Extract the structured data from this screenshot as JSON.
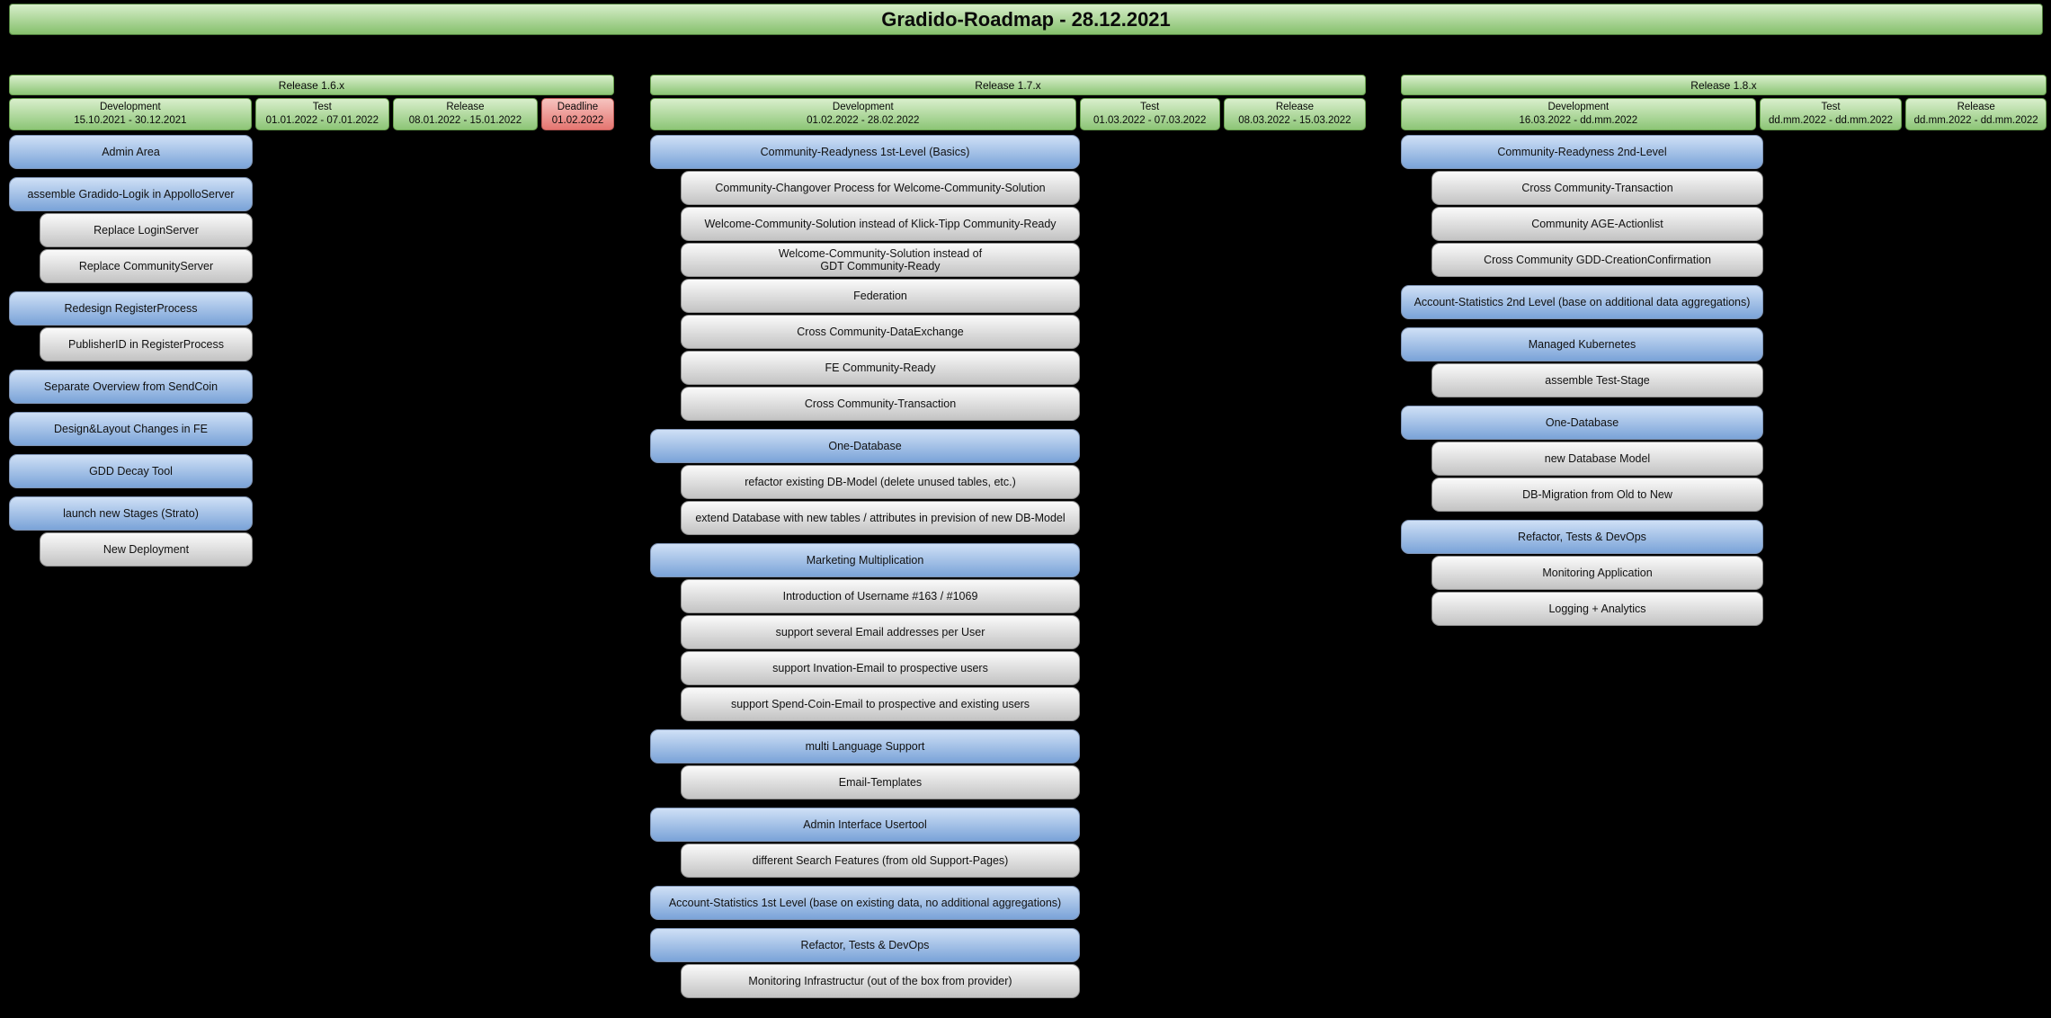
{
  "title": "Gradido-Roadmap - 28.12.2021",
  "colors": {
    "background": "#000000",
    "release_green": "#8cc576",
    "deadline_red": "#e57570",
    "parent_blue": "#7aa3d8",
    "child_gray": "#c3c3c3"
  },
  "releases": [
    {
      "name": "Release 1.6.x",
      "phases": [
        {
          "label": "Development",
          "dates": "15.10.2021 - 30.12.2021"
        },
        {
          "label": "Test",
          "dates": "01.01.2022 - 07.01.2022"
        },
        {
          "label": "Release",
          "dates": "08.01.2022 - 15.01.2022"
        },
        {
          "label": "Deadline",
          "dates": "01.02.2022"
        }
      ],
      "groups": [
        {
          "parent": "Admin Area",
          "children": []
        },
        {
          "parent": "assemble Gradido-Logik in AppolloServer",
          "children": [
            "Replace LoginServer",
            "Replace CommunityServer"
          ]
        },
        {
          "parent": "Redesign RegisterProcess",
          "children": [
            "PublisherID in RegisterProcess"
          ]
        },
        {
          "parent": "Separate Overview from SendCoin",
          "children": []
        },
        {
          "parent": "Design&Layout Changes in FE",
          "children": []
        },
        {
          "parent": "GDD Decay Tool",
          "children": []
        },
        {
          "parent": "launch new Stages (Strato)",
          "children": [
            "New Deployment"
          ]
        }
      ]
    },
    {
      "name": "Release 1.7.x",
      "phases": [
        {
          "label": "Development",
          "dates": "01.02.2022 - 28.02.2022"
        },
        {
          "label": "Test",
          "dates": "01.03.2022 - 07.03.2022"
        },
        {
          "label": "Release",
          "dates": "08.03.2022 - 15.03.2022"
        }
      ],
      "groups": [
        {
          "parent": "Community-Readyness 1st-Level (Basics)",
          "children": [
            "Community-Changover Process for Welcome-Community-Solution",
            "Welcome-Community-Solution instead of Klick-Tipp Community-Ready",
            "Welcome-Community-Solution instead of\nGDT Community-Ready",
            "Federation",
            "Cross Community-DataExchange",
            "FE Community-Ready",
            "Cross Community-Transaction"
          ]
        },
        {
          "parent": "One-Database",
          "children": [
            "refactor existing DB-Model (delete unused tables, etc.)",
            "extend Database with new tables / attributes in prevision of new DB-Model"
          ]
        },
        {
          "parent": "Marketing Multiplication",
          "children": [
            "Introduction of Username #163 / #1069",
            "support several Email addresses per User",
            "support Invation-Email to prospective users",
            "support Spend-Coin-Email to prospective and existing users"
          ]
        },
        {
          "parent": "multi Language Support",
          "children": [
            "Email-Templates"
          ]
        },
        {
          "parent": "Admin Interface Usertool",
          "children": [
            "different Search Features (from old Support-Pages)"
          ]
        },
        {
          "parent": "Account-Statistics 1st Level (base on existing data, no additional aggregations)",
          "children": []
        },
        {
          "parent": "Refactor, Tests & DevOps",
          "children": [
            "Monitoring Infrastructur (out of the box from provider)"
          ]
        }
      ]
    },
    {
      "name": "Release 1.8.x",
      "phases": [
        {
          "label": "Development",
          "dates": "16.03.2022 - dd.mm.2022"
        },
        {
          "label": "Test",
          "dates": "dd.mm.2022 - dd.mm.2022"
        },
        {
          "label": "Release",
          "dates": "dd.mm.2022 - dd.mm.2022"
        }
      ],
      "groups": [
        {
          "parent": "Community-Readyness 2nd-Level",
          "children": [
            "Cross Community-Transaction",
            "Community AGE-Actionlist",
            "Cross Community GDD-CreationConfirmation"
          ]
        },
        {
          "parent": "Account-Statistics 2nd Level (base on additional data aggregations)",
          "children": []
        },
        {
          "parent": "Managed Kubernetes",
          "children": [
            "assemble Test-Stage"
          ]
        },
        {
          "parent": "One-Database",
          "children": [
            "new Database Model",
            "DB-Migration from Old to New"
          ]
        },
        {
          "parent": "Refactor, Tests & DevOps",
          "children": [
            "Monitoring Application",
            "Logging + Analytics"
          ]
        }
      ]
    }
  ]
}
